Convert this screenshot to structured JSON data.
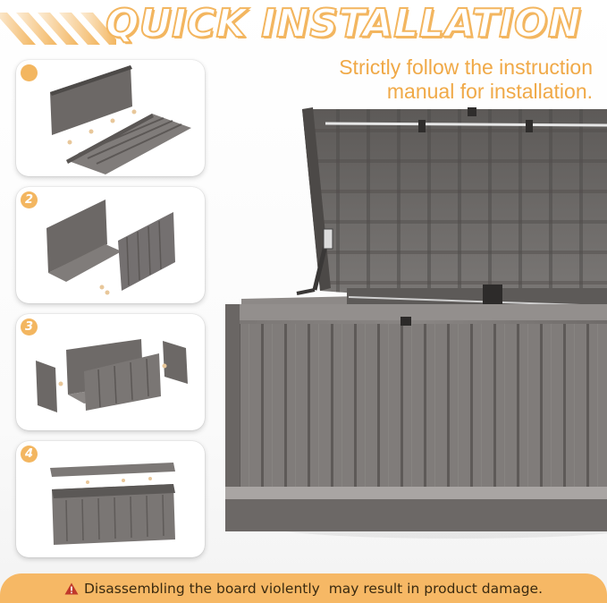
{
  "header": {
    "title": "QUICK INSTALLATION",
    "instruction_line1": "Strictly follow the instruction",
    "instruction_line2": "manual for installation."
  },
  "steps": [
    {
      "number": ""
    },
    {
      "number": "2"
    },
    {
      "number": "3"
    },
    {
      "number": "4"
    }
  ],
  "warning": {
    "icon": "warning-triangle-icon",
    "text": "Disassembling the board violently  may result in product damage."
  },
  "colors": {
    "accent": "#f3b660",
    "accent_text": "#f0a947",
    "warning_bar": "#f6b865",
    "product_gray": "#6e6b69"
  }
}
